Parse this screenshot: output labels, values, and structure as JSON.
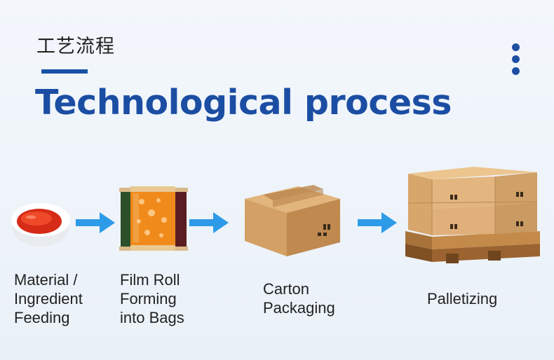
{
  "header": {
    "title_zh": "工艺流程",
    "title_en": "Technological process"
  },
  "steps": [
    {
      "label_lines": [
        "Material /",
        "Ingredient",
        "Feeding"
      ],
      "icon": "sauce-bowl-icon"
    },
    {
      "label_lines": [
        "Film Roll",
        "Forming",
        "into Bags"
      ],
      "icon": "packaged-bags-icon"
    },
    {
      "label_lines": [
        "Carton",
        "Packaging"
      ],
      "icon": "carton-box-icon"
    },
    {
      "label_lines": [
        "Palletizing"
      ],
      "icon": "pallet-boxes-icon"
    }
  ],
  "colors": {
    "title_blue": "#1b4ea3",
    "arrow_blue": "#2e9be8",
    "box_brown": "#c99a62"
  }
}
